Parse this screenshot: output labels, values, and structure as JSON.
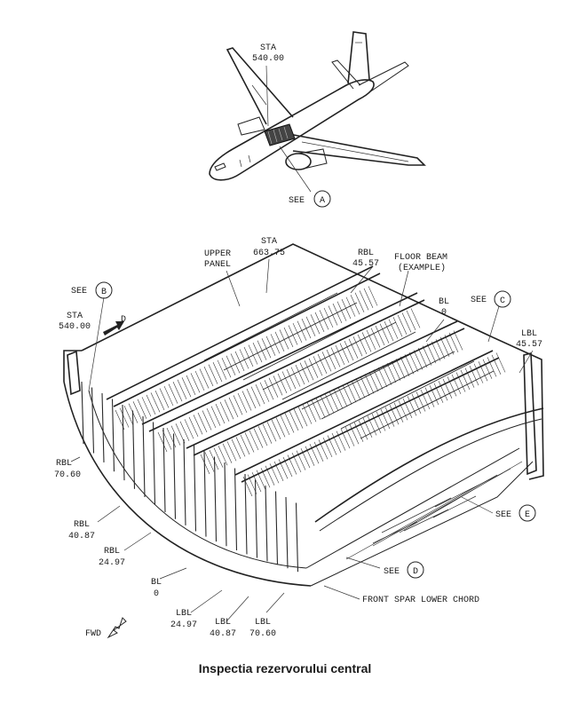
{
  "aircraft_view": {
    "sta_label": "STA",
    "sta_value": "540.00",
    "see_label": "SEE",
    "see_detail": "A"
  },
  "tank_view": {
    "see_b_label": "SEE",
    "see_b_detail": "B",
    "sta_left_label": "STA",
    "sta_left_value": "540.00",
    "arrow_d": "D",
    "upper_panel_1": "UPPER",
    "upper_panel_2": "PANEL",
    "sta_top_label": "STA",
    "sta_top_value": "663.75",
    "rbl_top_label": "RBL",
    "rbl_top_value": "45.57",
    "floor_beam_1": "FLOOR BEAM",
    "floor_beam_2": "(EXAMPLE)",
    "bl_top_label": "BL",
    "bl_top_value": "0",
    "see_c_label": "SEE",
    "see_c_detail": "C",
    "lbl_right_label": "LBL",
    "lbl_right_value": "45.57",
    "rbl_7060_label": "RBL",
    "rbl_7060_value": "70.60",
    "rbl_4087_label": "RBL",
    "rbl_4087_value": "40.87",
    "rbl_2497_label": "RBL",
    "rbl_2497_value": "24.97",
    "bl_bottom_label": "BL",
    "bl_bottom_value": "0",
    "lbl_2497_label": "LBL",
    "lbl_2497_value": "24.97",
    "lbl_4087_label": "LBL",
    "lbl_4087_value": "40.87",
    "lbl_7060_label": "LBL",
    "lbl_7060_value": "70.60",
    "see_e_label": "SEE",
    "see_e_detail": "E",
    "see_d_label": "SEE",
    "see_d_detail": "D",
    "front_spar": "FRONT SPAR LOWER CHORD",
    "fwd": "FWD"
  },
  "caption": "Inspectia rezervorului central"
}
